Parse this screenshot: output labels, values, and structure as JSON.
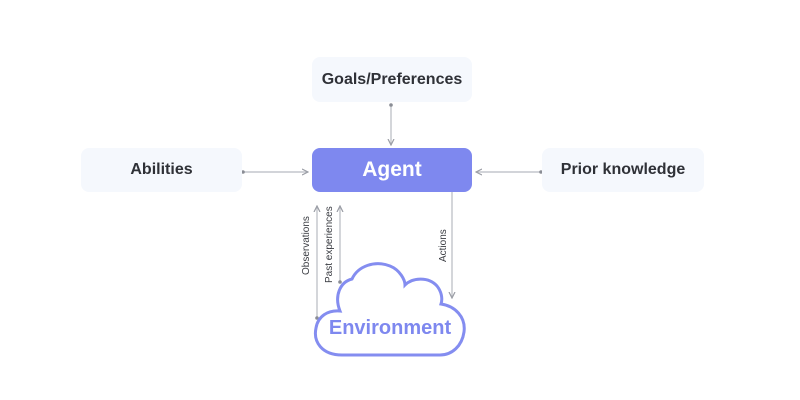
{
  "nodes": {
    "goals": "Goals/Preferences",
    "abilities": "Abilities",
    "agent": "Agent",
    "prior": "Prior knowledge",
    "environment": "Environment"
  },
  "edges": {
    "observations": "Observations",
    "past_experiences": "Past experiences",
    "actions": "Actions"
  },
  "colors": {
    "accent": "#7e88ef",
    "box_bg": "#f5f8fd",
    "line": "#b0b3ba"
  }
}
